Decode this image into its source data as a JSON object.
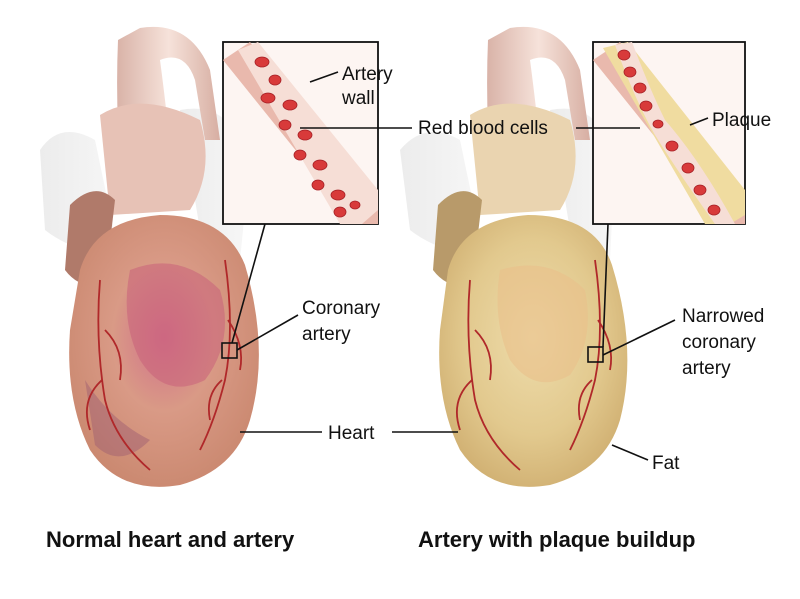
{
  "labels": {
    "artery_wall_1": "Artery",
    "artery_wall_2": "wall",
    "red_blood_cells": "Red blood cells",
    "plaque": "Plaque",
    "coronary_artery_1": "Coronary",
    "coronary_artery_2": "artery",
    "narrowed_1": "Narrowed",
    "narrowed_2": "coronary",
    "narrowed_3": "artery",
    "heart": "Heart",
    "fat": "Fat"
  },
  "captions": {
    "left": "Normal heart and artery",
    "right": "Artery with plaque buildup"
  },
  "colors": {
    "heart_left_base": "#d9a08a",
    "heart_left_pink": "#c9607a",
    "heart_right_base": "#e6cf98",
    "vessel": "#b0282a",
    "artery_wall": "#e9b9ad",
    "plaque": "#f0dca0",
    "blood_cell": "#d83a3a",
    "aorta": "#efd0c4"
  }
}
